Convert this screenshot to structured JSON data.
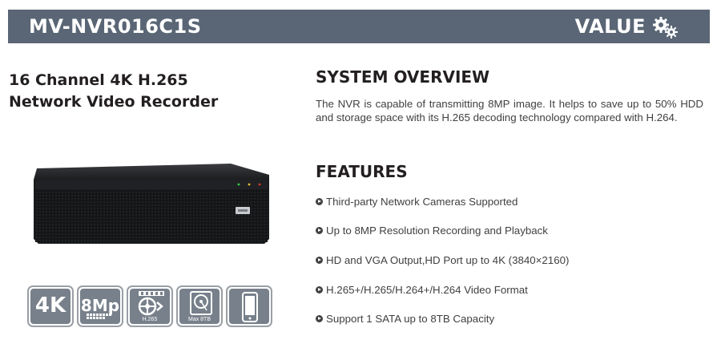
{
  "header": {
    "model": "MV-NVR016C1S",
    "tier": "VALUE",
    "tier_icon": "gears-icon",
    "background_color": "#5a6675"
  },
  "product": {
    "title_line1": "16 Channel 4K H.265",
    "title_line2": "Network Video Recorder"
  },
  "feature_icons": [
    {
      "name": "4k-icon",
      "text": "4K"
    },
    {
      "name": "8mp-icon",
      "text": "8Mp"
    },
    {
      "name": "h265-icon",
      "caption": "H.265"
    },
    {
      "name": "hdd-icon",
      "caption": "Max 8TB"
    },
    {
      "name": "mobile-phone-icon"
    }
  ],
  "overview": {
    "heading": "SYSTEM OVERVIEW",
    "body": "The NVR is capable of transmitting 8MP image. It helps to save up to 50% HDD and storage space with its H.265 decoding technology compared with H.264."
  },
  "features": {
    "heading": "FEATURES",
    "items": [
      "Third-party Network Cameras Supported",
      "Up to 8MP Resolution Recording and Playback",
      "HD and VGA Output,HD Port up to 4K (3840×2160)",
      "H.265+/H.265/H.264+/H.264 Video Format",
      "Support 1 SATA up to 8TB Capacity"
    ]
  }
}
